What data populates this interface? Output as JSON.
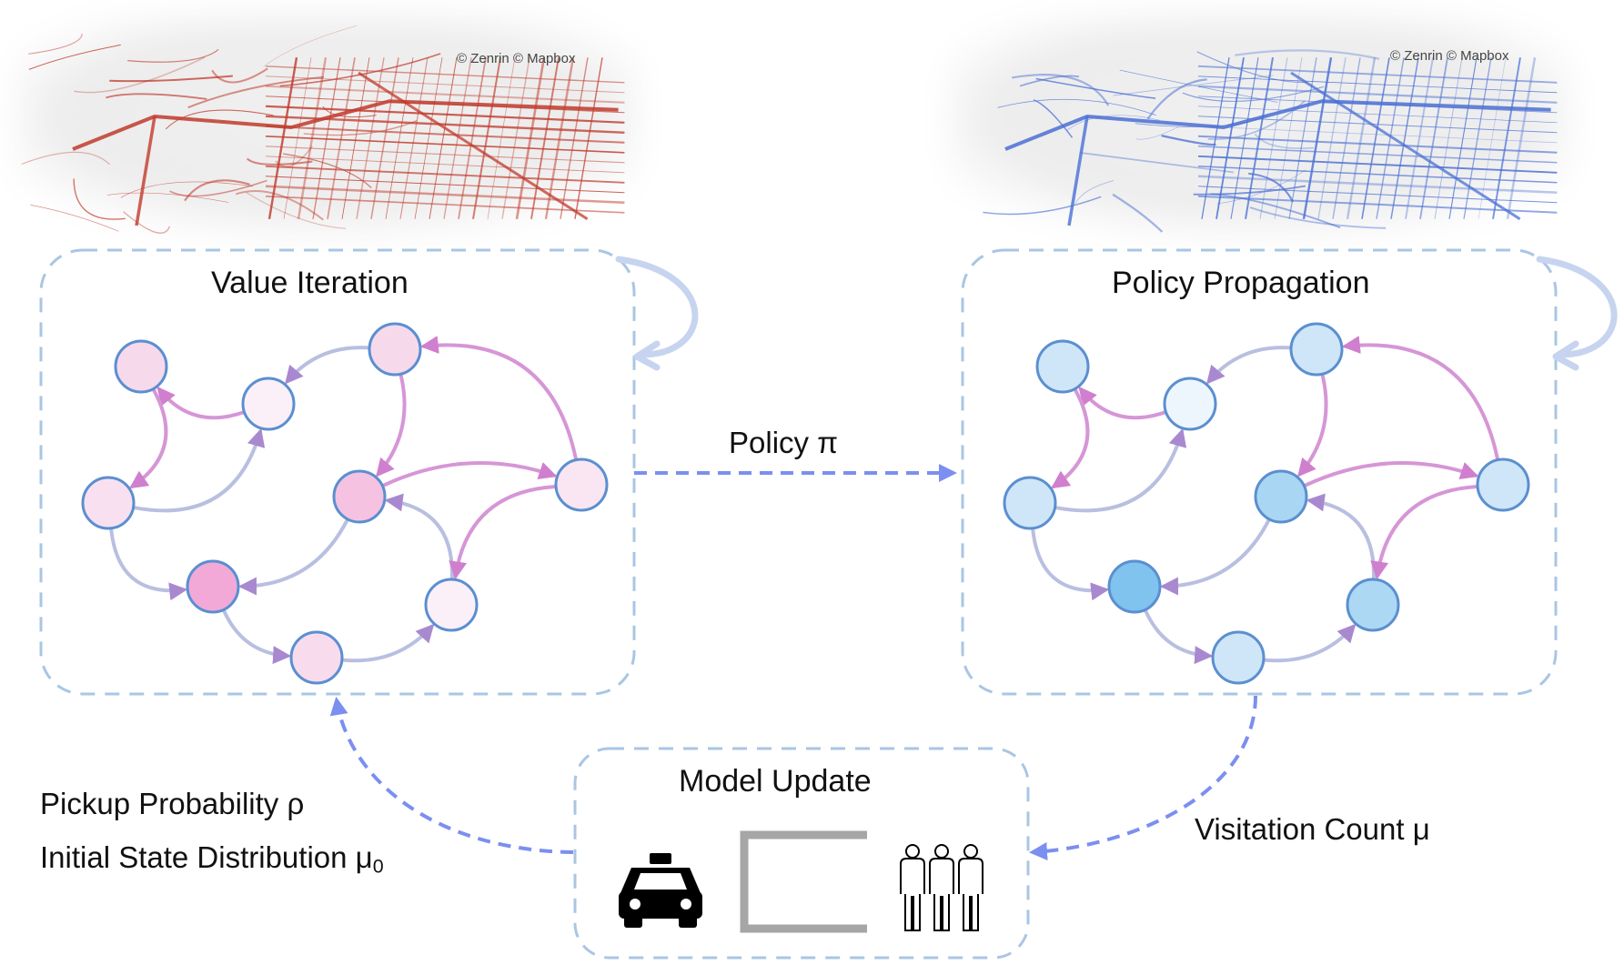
{
  "maps": {
    "left": {
      "attribution": "© Zenrin © Mapbox",
      "color": "#c0392b"
    },
    "right": {
      "attribution": "© Zenrin © Mapbox",
      "color": "#4a6fd4"
    }
  },
  "panels": {
    "value_iteration": {
      "title": "Value Iteration"
    },
    "policy_propagation": {
      "title": "Policy Propagation"
    },
    "model_update": {
      "title": "Model Update"
    }
  },
  "edges": {
    "policy": {
      "label": "Policy π"
    },
    "visitation": {
      "label": "Visitation Count μ"
    },
    "feedback": {
      "label_pickup": "Pickup Probability ρ",
      "label_initial": "Initial State Distribution μ",
      "label_initial_sub": "0"
    }
  },
  "icons": [
    "taxi-icon",
    "bracket-icon",
    "people-icon"
  ],
  "colors": {
    "dashed_box": "#a9c6e3",
    "dashed_arrow": "#7b8ff0",
    "node_stroke": "#5b8fd0",
    "pink_node_fills": [
      "#f7d9ec",
      "#fbf0f8",
      "#f7d9ec",
      "#f9e0f0",
      "#f5c2e2",
      "#fae5f2",
      "#f2a9d8",
      "#fbf0f8",
      "#f8dcee"
    ],
    "blue_node_fills": [
      "#cfe6f8",
      "#eef6fd",
      "#cfe6f8",
      "#cfe6f8",
      "#a9d6f3",
      "#cfe6f8",
      "#7fc3ee",
      "#add8f4",
      "#cfe6f8"
    ]
  }
}
